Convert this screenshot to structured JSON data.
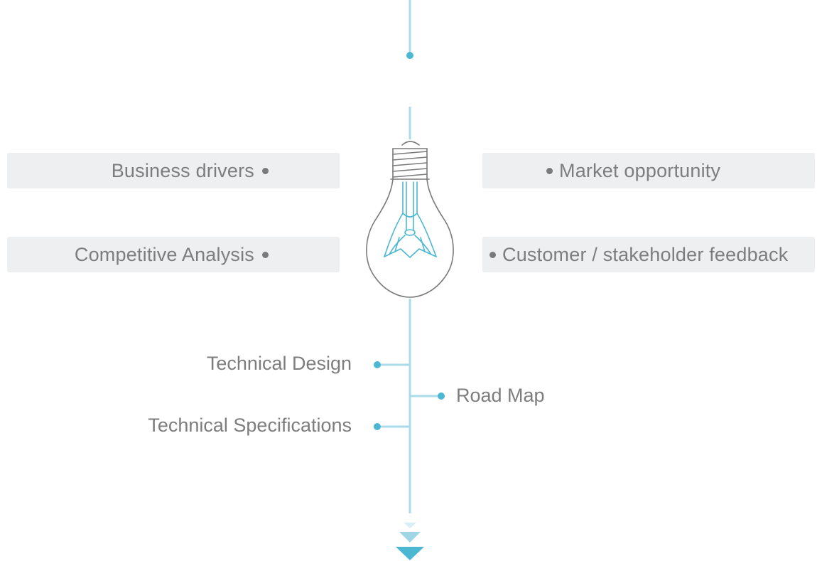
{
  "diagram": {
    "factors": [
      {
        "label": "Business drivers"
      },
      {
        "label": "Market opportunity"
      },
      {
        "label": "Competitive Analysis"
      },
      {
        "label": "Customer / stakeholder feedback"
      }
    ],
    "branches": [
      {
        "label": "Technical Design"
      },
      {
        "label": "Road Map"
      },
      {
        "label": "Technical Specifications"
      }
    ],
    "center_icon": "lightbulb-icon",
    "end_icon": "chevrons-down-icon"
  },
  "colors": {
    "accent": "#4bb7d3",
    "line": "#a9dbe8",
    "text": "#7d7d7d",
    "pill_bg": "#eeeff0",
    "bulb_outline": "#7a7a7a"
  }
}
